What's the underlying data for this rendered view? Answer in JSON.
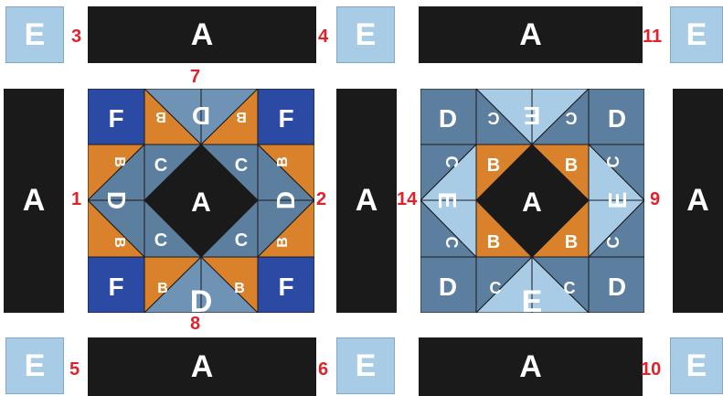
{
  "pieces": {
    "a": "A",
    "b": "B",
    "c": "C",
    "d": "D",
    "e": "E",
    "f": "F"
  },
  "labels": {
    "n1": "1",
    "n2": "2",
    "n3": "3",
    "n4": "4",
    "n5": "5",
    "n6": "6",
    "n7": "7",
    "n8": "8",
    "n9": "9",
    "n10": "10",
    "n11": "11",
    "n14": "14"
  },
  "colors": {
    "black": "#1a1a1a",
    "navy": "#2a4aa4",
    "orange": "#d9822b",
    "steel": "#5d7f9f",
    "light_blue": "#a8cce6",
    "mid_blue": "#6f93b5",
    "red": "#e0222a"
  }
}
